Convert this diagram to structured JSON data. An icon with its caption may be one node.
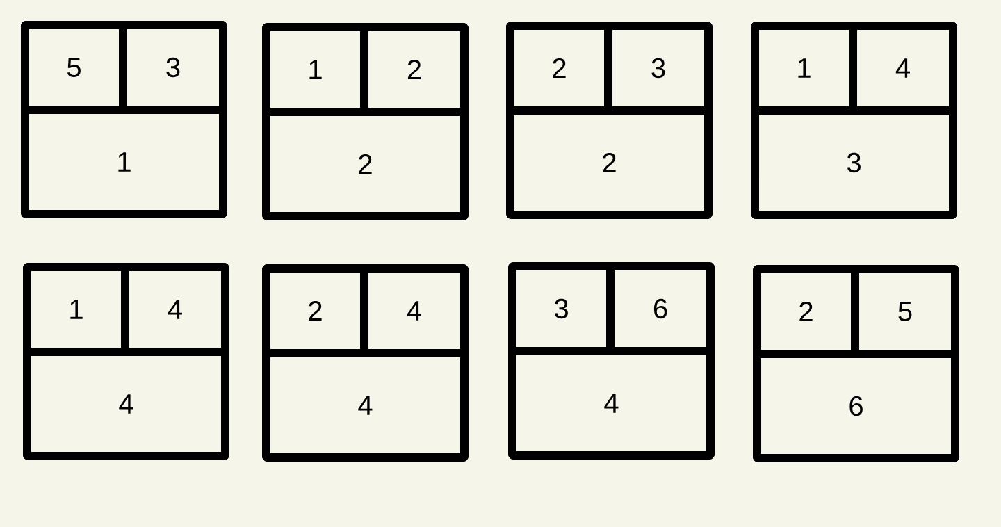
{
  "diagram": {
    "nodes": [
      {
        "text": [],
        "shape": "box"
      },
      {
        "text": [
          "5"
        ],
        "in": 0
      },
      {
        "text": [
          "3"
        ],
        "in": 0
      },
      {
        "text": [
          "1"
        ],
        "in": 0
      },
      {
        "text": [],
        "shape": "box"
      },
      {
        "text": [
          "1"
        ],
        "in": 4
      },
      {
        "text": [
          "2"
        ],
        "in": 4
      },
      {
        "text": [
          "2"
        ],
        "in": 4
      },
      {
        "text": [],
        "shape": "box"
      },
      {
        "text": [
          "2"
        ],
        "in": 8
      },
      {
        "text": [
          "3"
        ],
        "in": 8
      },
      {
        "text": [
          "2"
        ],
        "in": 8
      },
      {
        "text": [],
        "shape": "box"
      },
      {
        "text": [
          "1"
        ],
        "in": 12
      },
      {
        "text": [
          "4"
        ],
        "in": 12
      },
      {
        "text": [
          "3"
        ],
        "in": 12
      },
      {
        "text": [],
        "shape": "box"
      },
      {
        "text": [
          "1"
        ],
        "in": 16
      },
      {
        "text": [
          "4"
        ],
        "in": 16
      },
      {
        "text": [
          "4"
        ],
        "in": 16
      },
      {
        "text": [],
        "shape": "box"
      },
      {
        "text": [
          "2"
        ],
        "in": 20
      },
      {
        "text": [
          "4"
        ],
        "in": 20
      },
      {
        "text": [
          "4"
        ],
        "in": 20
      },
      {
        "text": [],
        "shape": "box"
      },
      {
        "text": [
          "3"
        ],
        "in": 24
      },
      {
        "text": [
          "6"
        ],
        "in": 24
      },
      {
        "text": [
          "4"
        ],
        "in": 24
      },
      {
        "text": [],
        "shape": "box"
      },
      {
        "text": [
          "2"
        ],
        "in": 28
      },
      {
        "text": [
          "5"
        ],
        "in": 28
      },
      {
        "text": [
          "6"
        ],
        "in": 28
      }
    ]
  }
}
